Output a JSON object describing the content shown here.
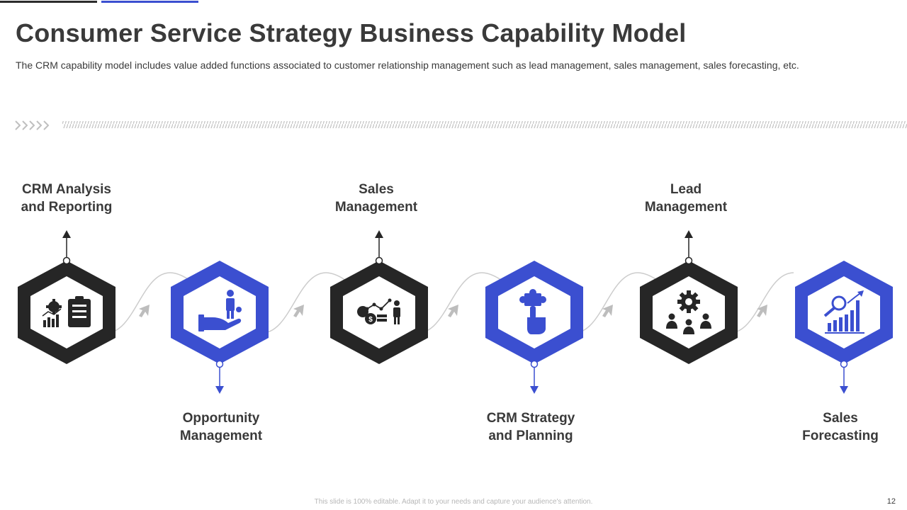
{
  "slide": {
    "title": "Consumer Service Strategy Business Capability Model",
    "subtitle": "The CRM capability model includes value added functions associated to customer relationship management such as lead management, sales management, sales forecasting, etc.",
    "footer_note": "This slide is 100% editable. Adapt it to your needs and capture your audience's attention.",
    "page_number": "12"
  },
  "colors": {
    "dark": "#262626",
    "blue": "#3b4fd0",
    "text": "#3a3a3a"
  },
  "capabilities": [
    {
      "label": "CRM Analysis and Reporting",
      "label_line1": "CRM Analysis",
      "label_line2": "and Reporting",
      "icon": "gear-chart-clipboard-icon",
      "color": "dark",
      "position": "top"
    },
    {
      "label": "Opportunity Management",
      "label_line1": "Opportunity",
      "label_line2": "Management",
      "icon": "hand-person-gear-icon",
      "color": "blue",
      "position": "bottom"
    },
    {
      "label": "Sales Management",
      "label_line1": "Sales",
      "label_line2": "Management",
      "icon": "coins-chart-person-icon",
      "color": "dark",
      "position": "top"
    },
    {
      "label": "CRM Strategy and Planning",
      "label_line1": "CRM Strategy",
      "label_line2": "and Planning",
      "icon": "puzzle-hand-icon",
      "color": "blue",
      "position": "bottom"
    },
    {
      "label": "Lead Management",
      "label_line1": "Lead",
      "label_line2": "Management",
      "icon": "gear-team-icon",
      "color": "dark",
      "position": "top"
    },
    {
      "label": "Sales Forecasting",
      "label_line1": "Sales",
      "label_line2": "Forecasting",
      "icon": "magnifier-growth-chart-icon",
      "color": "blue",
      "position": "bottom"
    }
  ]
}
